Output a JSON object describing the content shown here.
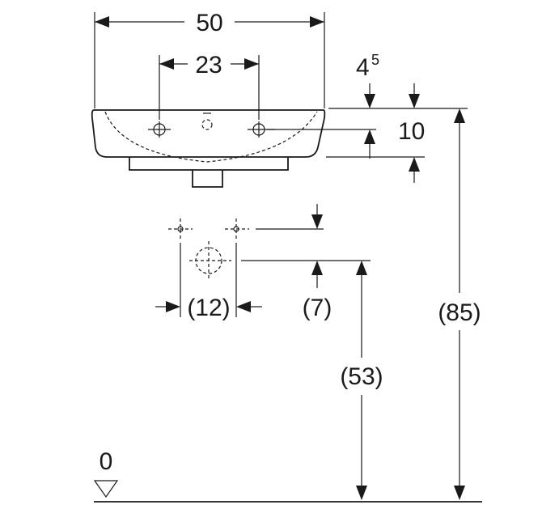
{
  "dimensions": {
    "overall_width": "50",
    "tap_hole_spacing": "23",
    "rim_offset": "4",
    "rim_offset_superscript": "5",
    "basin_depth": "10",
    "supply_spacing": "(12)",
    "supply_to_drain": "(7)",
    "drain_height": "(53)",
    "rim_height": "(85)",
    "floor_level": "0"
  }
}
